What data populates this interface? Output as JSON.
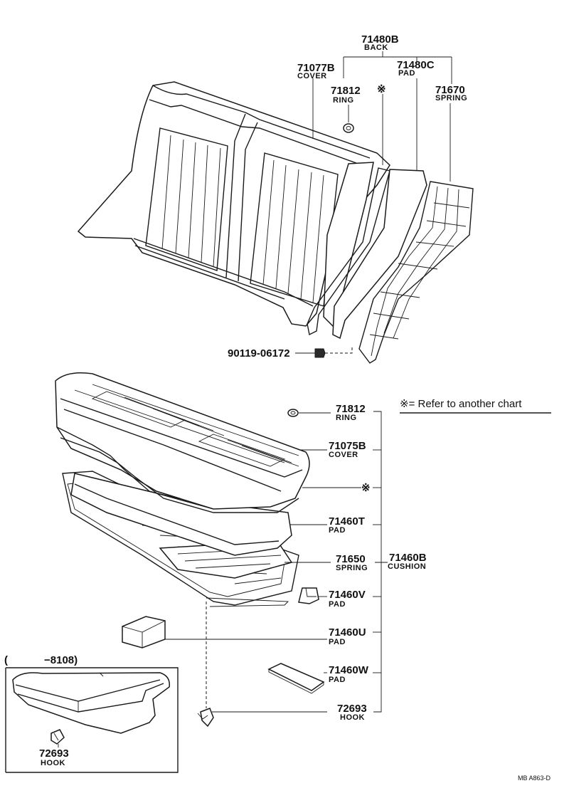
{
  "seat_back": {
    "assembly": {
      "number": "71480B",
      "name": "BACK"
    },
    "cover": {
      "number": "71077B",
      "name": "COVER"
    },
    "ring": {
      "number": "71812",
      "name": "RING"
    },
    "pad": {
      "number": "71480C",
      "name": "PAD"
    },
    "spring": {
      "number": "71670",
      "name": "SPRING"
    },
    "refer_mark": "※",
    "bolt": {
      "number": "90119-06172"
    }
  },
  "seat_cushion": {
    "assembly": {
      "number": "71460B",
      "name": "CUSHION"
    },
    "ring": {
      "number": "71812",
      "name": "RING"
    },
    "cover": {
      "number": "71075B",
      "name": "COVER"
    },
    "refer_mark": "※",
    "pad_t": {
      "number": "71460T",
      "name": "PAD"
    },
    "spring": {
      "number": "71650",
      "name": "SPRING"
    },
    "pad_v": {
      "number": "71460V",
      "name": "PAD"
    },
    "pad_u": {
      "number": "71460U",
      "name": "PAD"
    },
    "pad_w": {
      "number": "71460W",
      "name": "PAD"
    },
    "hook": {
      "number": "72693",
      "name": "HOOK"
    }
  },
  "legend": {
    "text": "※= Refer to another chart"
  },
  "inset": {
    "range_open": "(",
    "range_text": "−8108)",
    "hook": {
      "number": "72693",
      "name": "HOOK"
    }
  },
  "footer": {
    "code": "MB   A863-D"
  }
}
